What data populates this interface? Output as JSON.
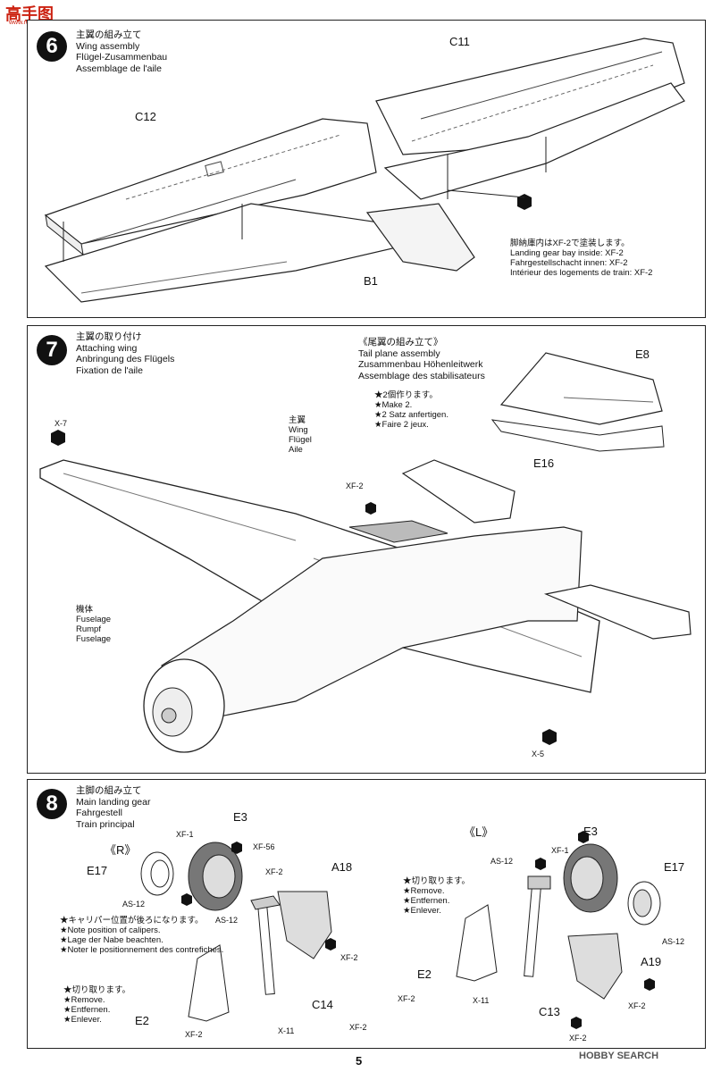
{
  "watermark": {
    "top": "高手图",
    "top_sub": "www.rcgpo.com",
    "bottom": "HOBBY SEARCH"
  },
  "page_number": "5",
  "step6": {
    "number": "6",
    "title": [
      "主翼の組み立て",
      "Wing assembly",
      "Flügel-Zusammenbau",
      "Assemblage de l'aile"
    ],
    "parts": {
      "c11": "C11",
      "c12": "C12",
      "b1": "B1"
    },
    "note": [
      "脚納庫内はXF-2で塗装します。",
      "Landing gear bay inside: XF-2",
      "Fahrgestellschacht innen: XF-2",
      "Intérieur des logements de train: XF-2"
    ]
  },
  "step7": {
    "number": "7",
    "title": [
      "主翼の取り付け",
      "Attaching wing",
      "Anbringung des Flügels",
      "Fixation de l'aile"
    ],
    "tail_title": [
      "《尾翼の組み立て》",
      "Tail plane assembly",
      "Zusammenbau Höhenleitwerk",
      "Assemblage des stabilisateurs"
    ],
    "make2": [
      "★2個作ります。",
      "★Make 2.",
      "★2 Satz anfertigen.",
      "★Faire 2 jeux."
    ],
    "parts": {
      "e8": "E8",
      "e16": "E16"
    },
    "wing_label": [
      "主翼",
      "Wing",
      "Flügel",
      "Aile"
    ],
    "fuselage_label": [
      "機体",
      "Fuselage",
      "Rumpf",
      "Fuselage"
    ],
    "paints": {
      "x7": "X-7",
      "xf2": "XF-2",
      "x5": "X-5"
    }
  },
  "step8": {
    "number": "8",
    "title": [
      "主脚の組み立て",
      "Main landing gear",
      "Fahrgestell",
      "Train principal"
    ],
    "right": "《R》",
    "left": "《L》",
    "caliper_note": [
      "★キャリパー位置が後ろになります。",
      "★Note position of calipers.",
      "★Lage der Nabe beachten.",
      "★Noter le positionnement des contrefiches."
    ],
    "remove_note_r": [
      "★切り取ります。",
      "★Remove.",
      "★Entfernen.",
      "★Enlever."
    ],
    "remove_note_l": [
      "★切り取ります。",
      "★Remove.",
      "★Entfernen.",
      "★Enlever."
    ],
    "parts": {
      "e3": "E3",
      "e17": "E17",
      "a18": "A18",
      "e2": "E2",
      "c14": "C14",
      "c13": "C13",
      "a19": "A19"
    },
    "paints": {
      "xf1": "XF-1",
      "xf56": "XF-56",
      "xf2": "XF-2",
      "as12": "AS-12",
      "x11": "X-11"
    }
  }
}
